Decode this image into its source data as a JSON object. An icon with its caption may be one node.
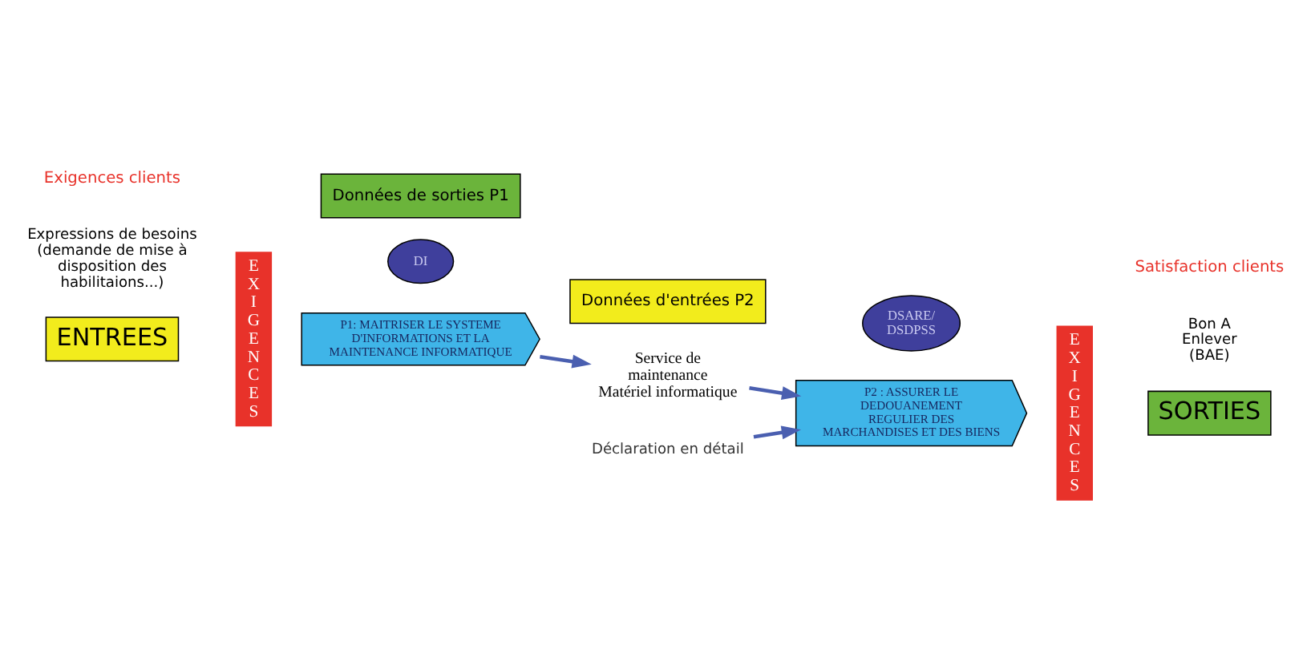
{
  "diagram": {
    "nodes": [
      {
        "text": [
          "ENTREES"
        ],
        "beside": [
          "Expressions de besoins (demande de mise à disposition des habilitaions...)"
        ]
      },
      {
        "text": [
          "EXIGENCES"
        ]
      },
      {
        "text": [
          "DI"
        ]
      },
      {
        "text": [
          "P1: MAITRISER LE SYSTEME D'INFORMATIONS ET LA MAINTENANCE INFORMATIQUE"
        ]
      },
      {
        "text": [
          "Données de sorties P1"
        ]
      },
      {
        "text": [
          "Données d'entrées P2"
        ]
      },
      {
        "text": [
          "Déclaration en détail"
        ]
      },
      {
        "text": [
          "Service de maintenance Matériel informatique"
        ]
      },
      {
        "text": [
          "P2 : ASSURER LE DEDOUANEMENT REGULIER DES MARCHANDISES ET DES BIENS"
        ]
      },
      {
        "text": [
          "DSARE/ DSDPSS"
        ]
      },
      {
        "text": [
          "EXIGENCES"
        ]
      },
      {
        "text": [
          "SORTIES"
        ],
        "beside": [
          "Bon A Enlever (BAE)"
        ]
      }
    ],
    "edges": [
      {
        "from": 3,
        "to": 7,
        "arrow": "to"
      },
      {
        "from": 6,
        "to": 8,
        "arrow": "to"
      },
      {
        "from": 7,
        "to": 8,
        "arrow": "to"
      }
    ],
    "labels": [
      "Exigences clients",
      "Satisfaction clients"
    ]
  }
}
